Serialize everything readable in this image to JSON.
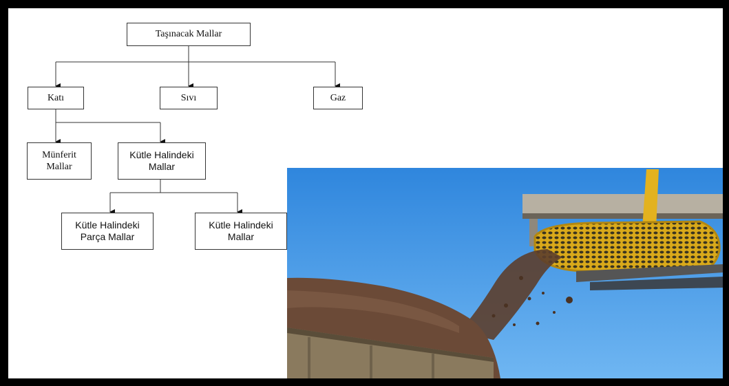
{
  "diagram": {
    "nodes": {
      "root": "Taşınacak Mallar",
      "kati": "Katı",
      "sivi": "Sıvı",
      "gaz": "Gaz",
      "munferit": "Münferit\nMallar",
      "kutle": "Kütle Halindeki\nMallar",
      "kutle_parca": "Kütle Halindeki\n Parça Mallar",
      "kutle_mallar": "Kütle Halindeki\n          Mallar"
    }
  },
  "photo": {
    "subject": "conveyor-unloading-bulk-material"
  },
  "colors": {
    "frame": "#000000",
    "sky": "#4f9fe6",
    "machine": "#e3b21f"
  }
}
